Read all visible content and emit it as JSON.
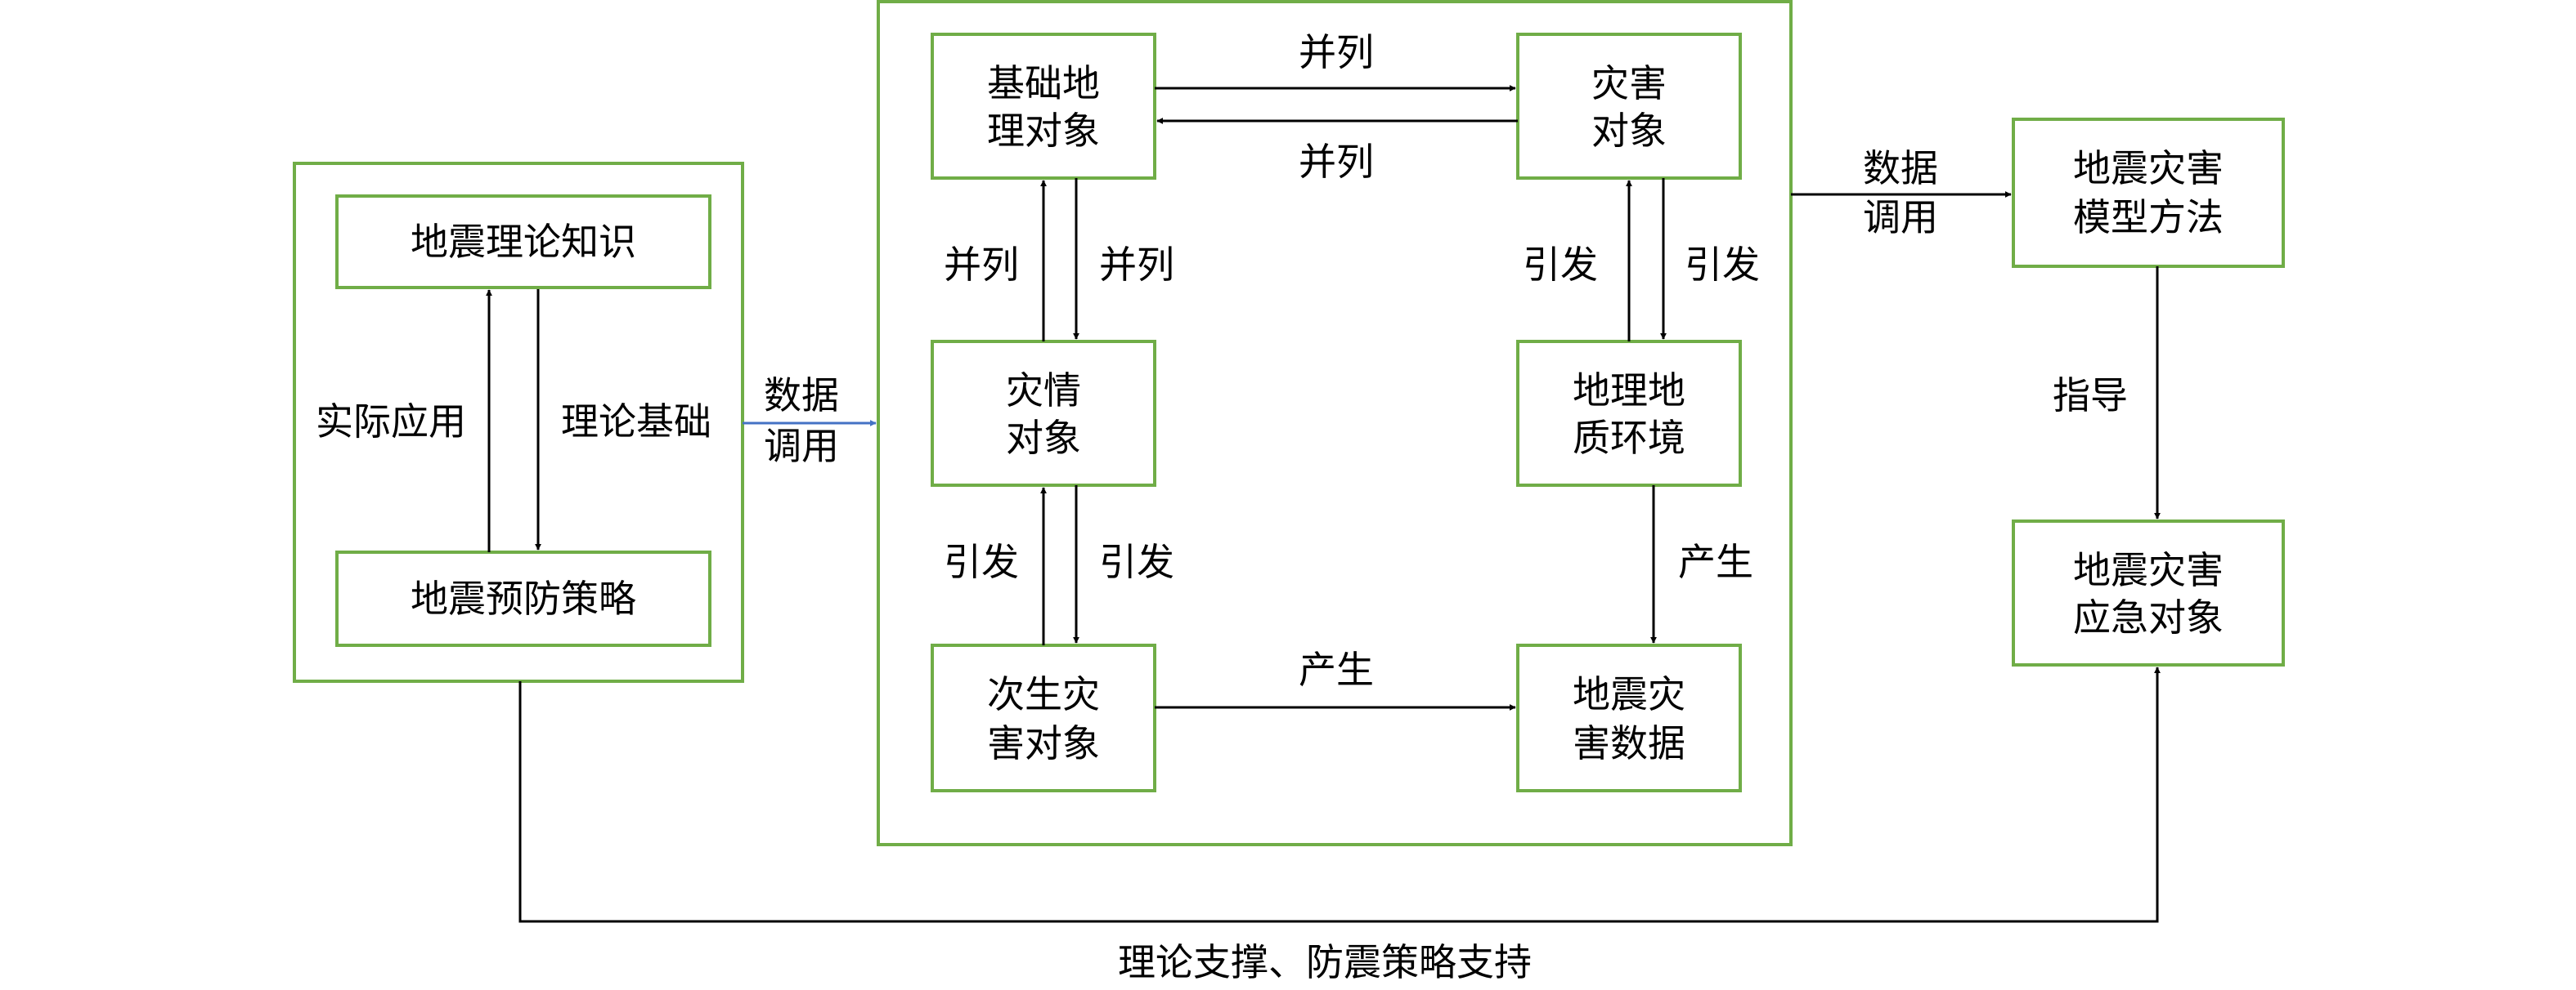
{
  "colors": {
    "box_border": "#70ad47",
    "arrow": "#000000",
    "data_call_arrow": "#4472c4"
  },
  "nodes": {
    "theory_knowledge": "地震理论知识",
    "prevention_strategy": "地震预防策略",
    "basic_geo_object": [
      "基础地",
      "理对象"
    ],
    "disaster_object": [
      "灾害",
      "对象"
    ],
    "disaster_situation_object": [
      "灾情",
      "对象"
    ],
    "geo_environment": [
      "地理地",
      "质环境"
    ],
    "secondary_disaster_object": [
      "次生灾",
      "害对象"
    ],
    "earthquake_disaster_data": [
      "地震灾",
      "害数据"
    ],
    "model_method": [
      "地震灾害",
      "模型方法"
    ],
    "emergency_object": [
      "地震灾害",
      "应急对象"
    ]
  },
  "edge_labels": {
    "practical_application": "实际应用",
    "theoretical_basis": "理论基础",
    "data_call_left": [
      "数据",
      "调用"
    ],
    "data_call_right": [
      "数据",
      "调用"
    ],
    "parallel_top_forward": "并列",
    "parallel_top_back": "并列",
    "parallel_left_up": "并列",
    "parallel_left_down": "并列",
    "trigger_right_up": "引发",
    "trigger_right_down": "引发",
    "trigger_left_up": "引发",
    "trigger_left_down": "引发",
    "produce_right": "产生",
    "produce_bottom": "产生",
    "guide": "指导",
    "bottom_support": "理论支撑、防震策略支持"
  }
}
